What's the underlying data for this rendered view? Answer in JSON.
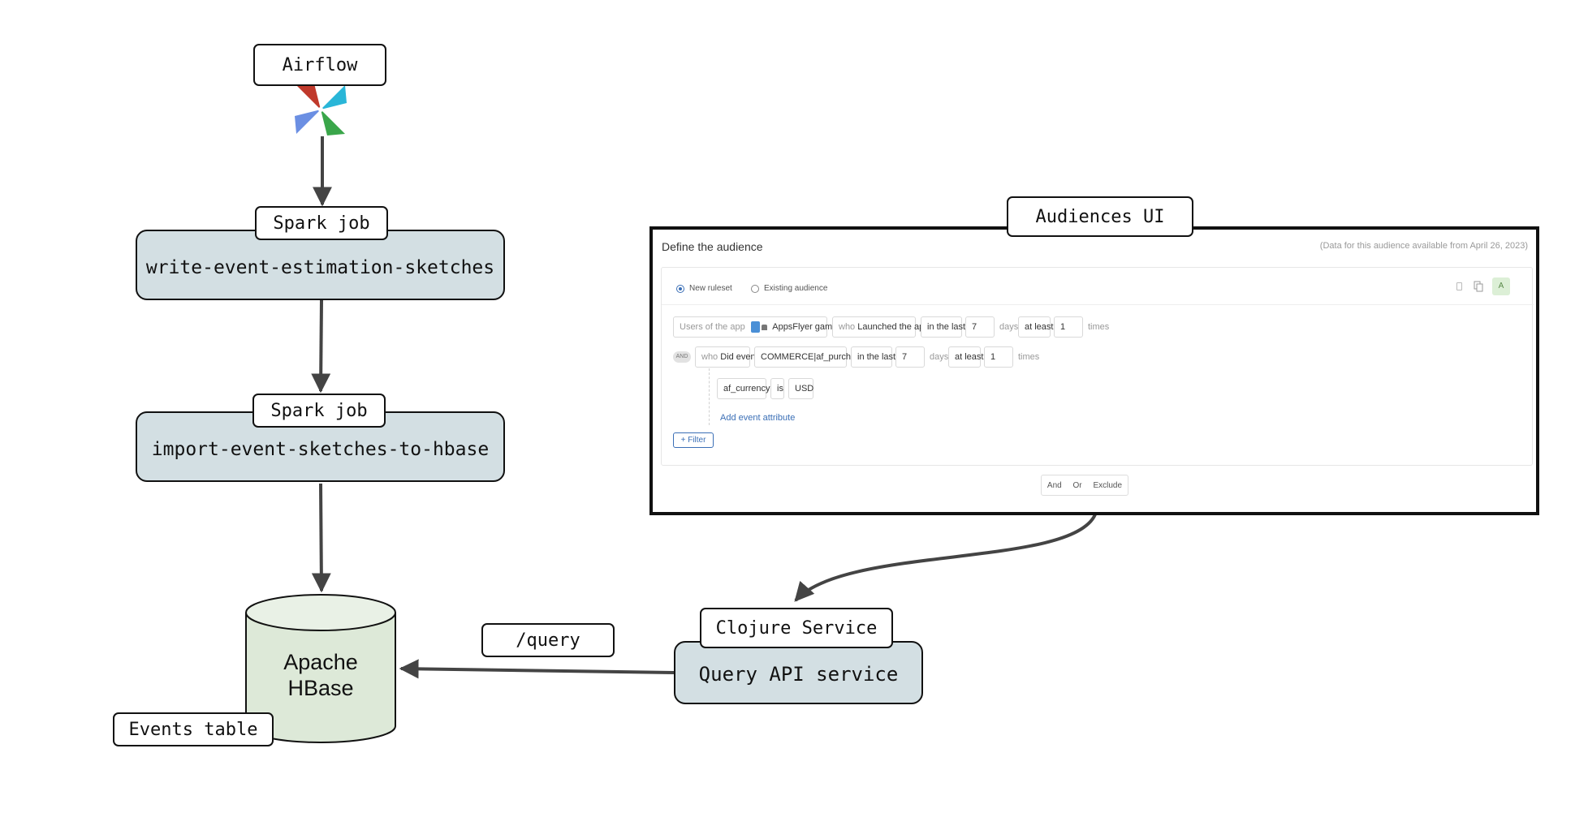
{
  "pipeline": {
    "airflow_label": "Airflow",
    "spark1_label": "Spark job",
    "spark1_name": "write-event-estimation-sketches",
    "spark2_label": "Spark job",
    "spark2_name": "import-event-sketches-to-hbase",
    "hbase_line1": "Apache",
    "hbase_line2": "HBase",
    "events_table_label": "Events table",
    "query_label": "/query",
    "clojure_label": "Clojure Service",
    "query_api_name": "Query API service",
    "audiences_ui_label": "Audiences UI"
  },
  "audience_ui": {
    "title": "Define the audience",
    "availability_note": "(Data for this audience available from April 26, 2023)",
    "radio_new": "New ruleset",
    "radio_existing": "Existing audience",
    "avatar_letter": "A",
    "row1": {
      "users_of_app": "Users of the app",
      "app_name": "AppsFlyer gaming app",
      "who": "who",
      "condition": "Launched the app",
      "in_the_last": "in the last",
      "days_value": "7",
      "days": "days",
      "at_least": "at least",
      "times_value": "1",
      "times": "times"
    },
    "row2": {
      "and_badge": "AND",
      "who": "who",
      "condition": "Did event",
      "event_name": "COMMERCE|af_purchase",
      "in_the_last": "in the last",
      "days_value": "7",
      "days": "days",
      "at_least": "at least",
      "times_value": "1",
      "times": "times"
    },
    "attribute": {
      "name": "af_currency",
      "operator": "is",
      "value": "USD"
    },
    "add_attribute_link": "Add event attribute",
    "filter_button": "Filter",
    "combine": {
      "and": "And",
      "or": "Or",
      "exclude": "Exclude"
    }
  },
  "colors": {
    "box_fill": "#d3dfe3",
    "db_fill": "#dde9d8",
    "db_top": "#e9f1e6",
    "arrow": "#444444",
    "link_blue": "#3b6fb6"
  }
}
